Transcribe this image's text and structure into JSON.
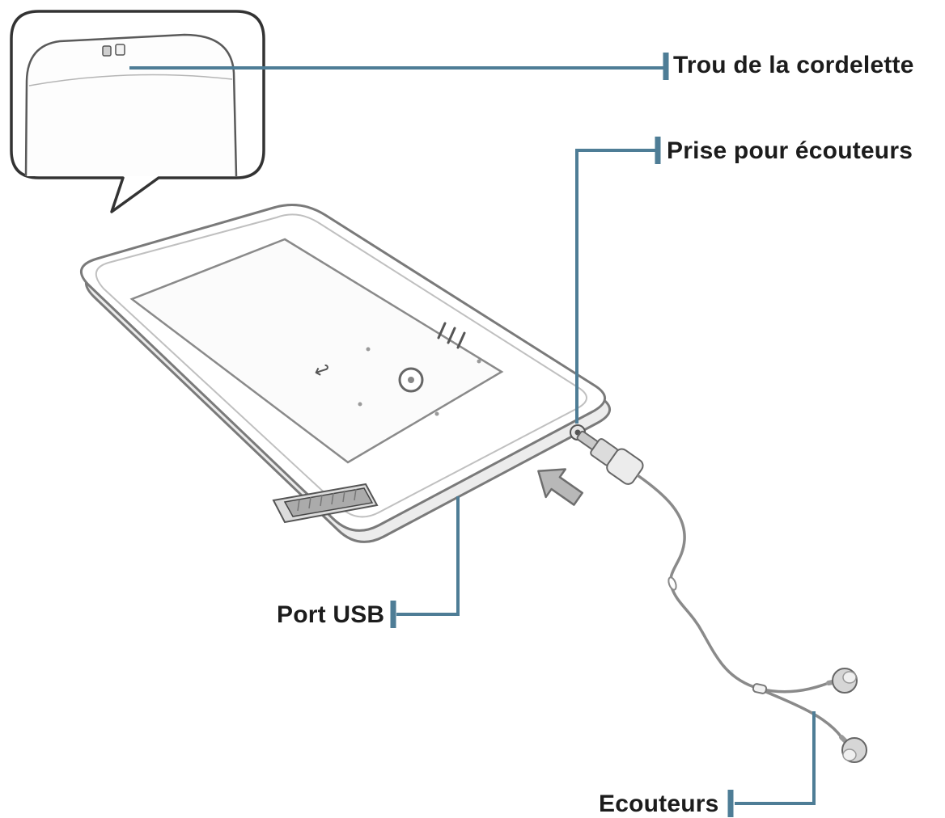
{
  "page": {
    "background": "#ffffff"
  },
  "diagram": {
    "labels": {
      "strap_hole": "Trou de la cordelette",
      "earphone_jack": "Prise pour écouteurs",
      "usb_port": "Port USB",
      "earphones": "Ecouteurs"
    },
    "colors": {
      "leader_line": "#4e7d96",
      "label_text": "#1c1c1c",
      "device_outline": "#7a7a7a"
    },
    "icons": {
      "back_icon": "↩"
    }
  }
}
